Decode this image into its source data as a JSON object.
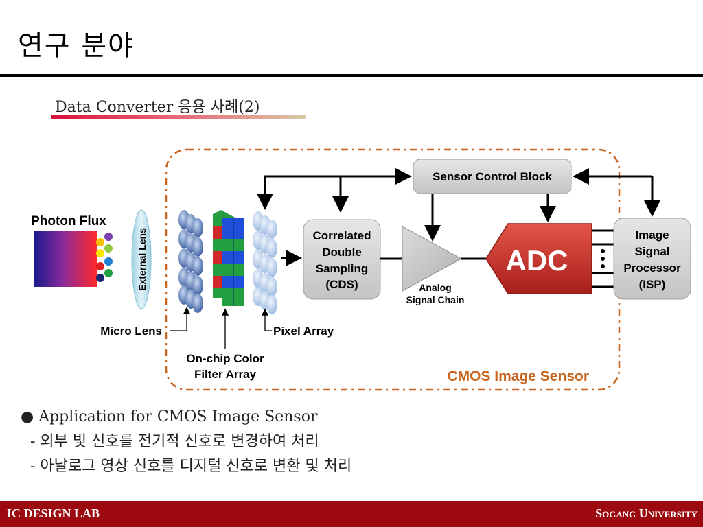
{
  "slide": {
    "title": "연구 분야",
    "subtitle": "Data Converter 응용 사례(2)"
  },
  "diagram": {
    "photon_flux": "Photon Flux",
    "external_lens": "External Lens",
    "micro_lens": "Micro Lens",
    "color_filter_line1": "On-chip Color",
    "color_filter_line2": "Filter Array",
    "pixel_array": "Pixel Array",
    "cds_line1": "Correlated",
    "cds_line2": "Double",
    "cds_line3": "Sampling",
    "cds_line4": "(CDS)",
    "analog_line1": "Analog",
    "analog_line2": "Signal Chain",
    "adc": "ADC",
    "sensor_control": "Sensor Control Block",
    "isp_line1": "Image",
    "isp_line2": "Signal",
    "isp_line3": "Processor",
    "isp_line4": "(ISP)",
    "cmos_label": "CMOS Image Sensor",
    "colors": {
      "accent_orange": "#c8641e",
      "adc_red": "#c8302a",
      "footer": "#9c0a10"
    }
  },
  "bullets": {
    "main": "● Application for CMOS Image Sensor",
    "line1": "- 외부 빛 신호를 전기적 신호로 변경하여 처리",
    "line2": "- 아날로그 영상 신호를 디지털 신호로 변환 및 처리"
  },
  "footer": {
    "left": "IC DESIGN LAB",
    "right": "Sogang University"
  }
}
